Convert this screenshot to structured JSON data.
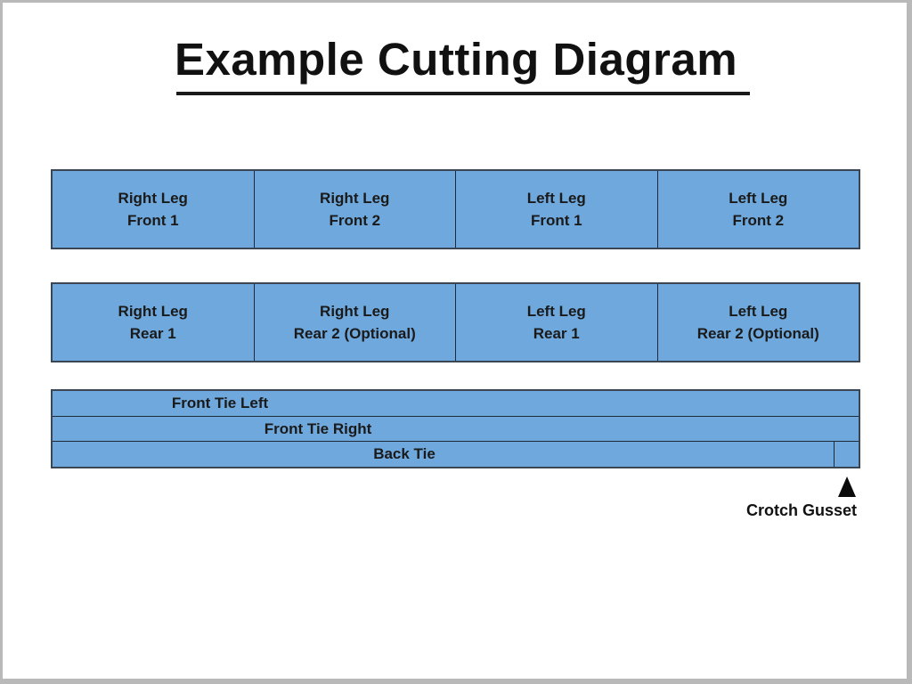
{
  "title": {
    "text": "Example Cutting Diagram"
  },
  "colors": {
    "piece_fill": "#6FA8DC",
    "piece_border": "#3A4654",
    "divider": "#1E2A38",
    "text": "#1A1A1A",
    "frame": "#B9B9B9",
    "page_bg": "#FFFFFF"
  },
  "rows": {
    "front": {
      "cells": [
        {
          "label": "Right Leg\nFront 1"
        },
        {
          "label": "Right Leg\nFront 2"
        },
        {
          "label": "Left Leg\nFront 1"
        },
        {
          "label": "Left Leg\nFront 2"
        }
      ]
    },
    "rear": {
      "cells": [
        {
          "label": "Right Leg\nRear 1"
        },
        {
          "label": "Right Leg\nRear 2 (Optional)"
        },
        {
          "label": "Left Leg\nRear 1"
        },
        {
          "label": "Left Leg\nRear 2 (Optional)"
        }
      ]
    },
    "ties": {
      "labels": [
        "Front Tie Left",
        "Front Tie Right",
        "Back Tie"
      ]
    }
  },
  "annotation": {
    "icon": "up-triangle-icon",
    "label": "Crotch Gusset"
  }
}
